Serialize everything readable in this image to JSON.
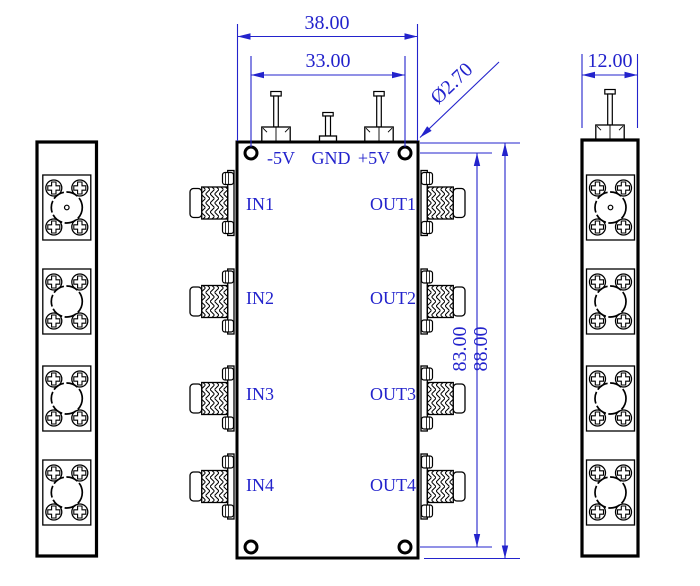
{
  "drawing": {
    "colors": {
      "outline": "#000000",
      "annotation": "#2323cc",
      "background": "#ffffff"
    },
    "dimensions": {
      "outer_width": "38.00",
      "hole_span_width": "33.00",
      "hole_diameter": "Ø2.70",
      "side_view_width": "12.00",
      "hole_span_height": "83.00",
      "outer_height": "88.00"
    },
    "power_labels": [
      "-5V",
      "GND",
      "+5V"
    ],
    "input_ports": [
      "IN1",
      "IN2",
      "IN3",
      "IN4"
    ],
    "output_ports": [
      "OUT1",
      "OUT2",
      "OUT3",
      "OUT4"
    ]
  }
}
